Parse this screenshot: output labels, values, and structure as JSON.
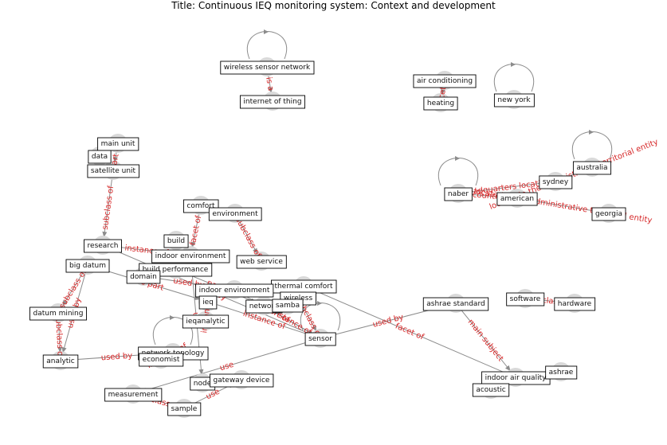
{
  "title": "Title: Continuous IEQ monitoring system: Context and development",
  "colors": {
    "edge": "#8c8c8c",
    "edge_label": "#d62728",
    "node_dot": "#d9d9d9"
  },
  "nodes": [
    {
      "id": "wsn",
      "label": "wireless sensor network"
    },
    {
      "id": "iot",
      "label": "internet of thing"
    },
    {
      "id": "aircon",
      "label": "air conditioning"
    },
    {
      "id": "heating",
      "label": "heating"
    },
    {
      "id": "newyork",
      "label": "new york"
    },
    {
      "id": "mainunit",
      "label": "main unit"
    },
    {
      "id": "data",
      "label": "data"
    },
    {
      "id": "satellite",
      "label": "satellite unit"
    },
    {
      "id": "australia",
      "label": "australia"
    },
    {
      "id": "sydney",
      "label": "sydney"
    },
    {
      "id": "naber",
      "label": "naber"
    },
    {
      "id": "american",
      "label": "american"
    },
    {
      "id": "georgia",
      "label": "georgia"
    },
    {
      "id": "comfort",
      "label": "comfort"
    },
    {
      "id": "environment",
      "label": "environment"
    },
    {
      "id": "build",
      "label": "build"
    },
    {
      "id": "research",
      "label": "research"
    },
    {
      "id": "indoorenv",
      "label": "indoor environment"
    },
    {
      "id": "webservice",
      "label": "web service"
    },
    {
      "id": "bigdatum",
      "label": "big datum"
    },
    {
      "id": "buildperf",
      "label": "build performance"
    },
    {
      "id": "domain",
      "label": "domain"
    },
    {
      "id": "thermal",
      "label": "thermal comfort"
    },
    {
      "id": "indoorenv2",
      "label": "indoor environment"
    },
    {
      "id": "wireless",
      "label": "wireless"
    },
    {
      "id": "ieq",
      "label": "ieq"
    },
    {
      "id": "network",
      "label": "network"
    },
    {
      "id": "samba",
      "label": "samba"
    },
    {
      "id": "ashraestd",
      "label": "ashrae standard"
    },
    {
      "id": "software",
      "label": "software"
    },
    {
      "id": "hardware",
      "label": "hardware"
    },
    {
      "id": "datummining",
      "label": "datum mining"
    },
    {
      "id": "ieqanalytic",
      "label": "ieqanalytic"
    },
    {
      "id": "sensor",
      "label": "sensor"
    },
    {
      "id": "nettopology",
      "label": "network topology"
    },
    {
      "id": "economist",
      "label": "economist"
    },
    {
      "id": "analytic",
      "label": "analytic"
    },
    {
      "id": "node",
      "label": "node"
    },
    {
      "id": "gateway",
      "label": "gateway device"
    },
    {
      "id": "measurement",
      "label": "measurement"
    },
    {
      "id": "sample",
      "label": "sample"
    },
    {
      "id": "iaq",
      "label": "indoor air quality"
    },
    {
      "id": "ashrae",
      "label": "ashrae"
    },
    {
      "id": "acoustic",
      "label": "acoustic"
    }
  ],
  "edges": [
    {
      "from": "wsn",
      "to": "iot",
      "label": "is a"
    },
    {
      "from": "aircon",
      "to": "heating",
      "label": "facet of"
    },
    {
      "from": "mainunit",
      "to": "satellite",
      "label": "part of"
    },
    {
      "from": "satellite",
      "to": "research",
      "label": "subclass of"
    },
    {
      "from": "naber",
      "to": "sydney",
      "label": "headquarters location"
    },
    {
      "from": "naber",
      "to": "american",
      "label": "country"
    },
    {
      "from": "american",
      "to": "georgia",
      "label": "located in the administrative territorial entity"
    },
    {
      "from": "sydney",
      "to": "australia",
      "label": "located in the administrative territorial entity"
    },
    {
      "from": "comfort",
      "to": "indoorenv",
      "label": "facet of"
    },
    {
      "from": "environment",
      "to": "webservice",
      "label": "subclass of"
    },
    {
      "from": "research",
      "to": "indoorenv",
      "label": "instance of"
    },
    {
      "from": "research",
      "to": "sensor",
      "label": "used by"
    },
    {
      "from": "bigdatum",
      "to": "analytic",
      "label": "used by"
    },
    {
      "from": "bigdatum",
      "to": "datummining",
      "label": "subclass of"
    },
    {
      "from": "bigdatum",
      "to": "ieq",
      "label": "has part"
    },
    {
      "from": "buildperf",
      "to": "network",
      "label": "part of"
    },
    {
      "from": "domain",
      "to": "indoorenv2",
      "label": "used by"
    },
    {
      "from": "network",
      "to": "sensor",
      "label": "instance of"
    },
    {
      "from": "wireless",
      "to": "sensor",
      "label": "subclass of"
    },
    {
      "from": "indoorenv2",
      "to": "sensor",
      "label": "part of"
    },
    {
      "from": "ieq",
      "to": "sensor",
      "label": "instance of"
    },
    {
      "from": "ieqanalytic",
      "to": "ieq",
      "label": "instance of"
    },
    {
      "from": "ashraestd",
      "to": "iaq",
      "label": "main subject"
    },
    {
      "from": "ashraestd",
      "to": "sensor",
      "label": "used by"
    },
    {
      "from": "software",
      "to": "hardware",
      "label": "subclass of"
    },
    {
      "from": "iaq",
      "to": "thermal",
      "label": "facet of"
    },
    {
      "from": "datummining",
      "to": "analytic",
      "label": "subclass of"
    },
    {
      "from": "analytic",
      "to": "nettopology",
      "label": "used by"
    },
    {
      "from": "nettopology",
      "to": "economist",
      "label": "instance of"
    },
    {
      "from": "sensor",
      "to": "measurement",
      "label": "use"
    },
    {
      "from": "node",
      "to": "gateway",
      "label": "use"
    },
    {
      "from": "measurement",
      "to": "sample",
      "label": "subclass of"
    },
    {
      "from": "sample",
      "to": "gateway",
      "label": "use"
    },
    {
      "from": "indoorenv",
      "to": "node",
      "label": "use"
    },
    {
      "from": "wsn",
      "to": "wsn",
      "label": ""
    },
    {
      "from": "newyork",
      "to": "newyork",
      "label": ""
    },
    {
      "from": "australia",
      "to": "australia",
      "label": ""
    },
    {
      "from": "naber",
      "to": "naber",
      "label": ""
    },
    {
      "from": "sensor",
      "to": "sensor",
      "label": ""
    },
    {
      "from": "nettopology",
      "to": "nettopology",
      "label": ""
    }
  ]
}
